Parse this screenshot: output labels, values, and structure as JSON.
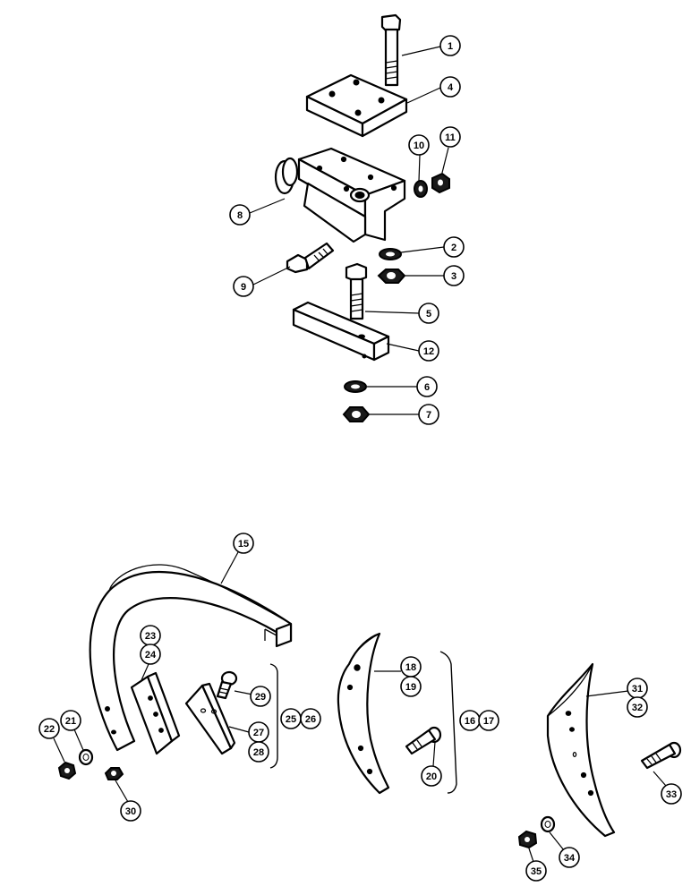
{
  "callouts": {
    "c1": "1",
    "c2": "2",
    "c3": "3",
    "c4": "4",
    "c5": "5",
    "c6": "6",
    "c7": "7",
    "c8": "8",
    "c9": "9",
    "c10": "10",
    "c11": "11",
    "c12": "12",
    "c15": "15",
    "c16": "16",
    "c17": "17",
    "c18": "18",
    "c19": "19",
    "c20": "20",
    "c21": "21",
    "c22": "22",
    "c23": "23",
    "c24": "24",
    "c25": "25",
    "c26": "26",
    "c27": "27",
    "c28": "28",
    "c29": "29",
    "c30": "30",
    "c31": "31",
    "c32": "32",
    "c33": "33",
    "c34": "34",
    "c35": "35"
  }
}
